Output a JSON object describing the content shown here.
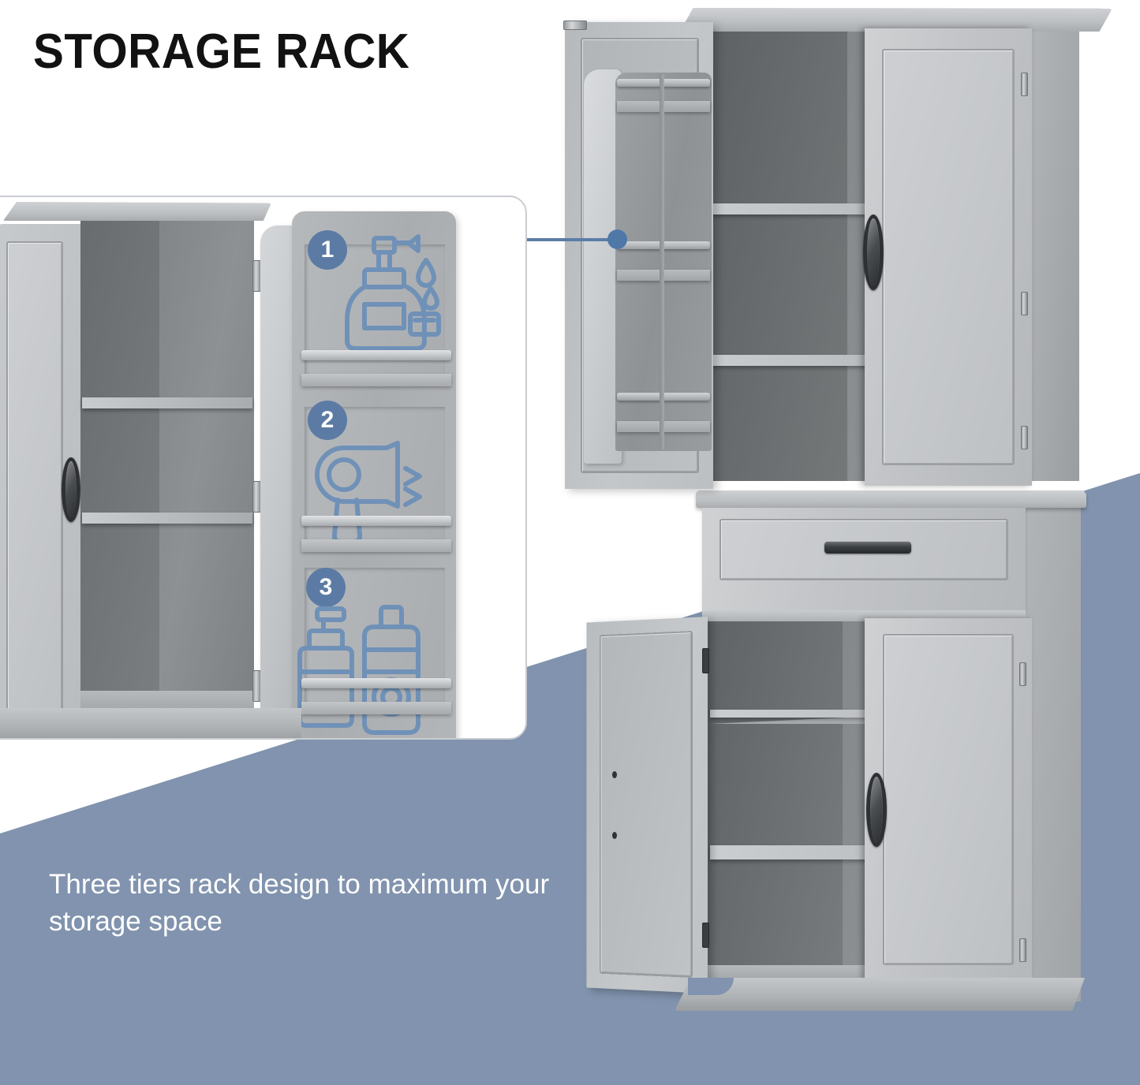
{
  "page": {
    "title": "STORAGE RACK",
    "caption": "Three tiers rack design to maximum your storage space",
    "background_white": "#ffffff",
    "background_accent": "#8193ae",
    "title_color": "#121212",
    "caption_color": "#ffffff",
    "connector_color": "#4f78a8"
  },
  "inset": {
    "name": "close-up-of-door-mounted-three-tier-rack",
    "border_color": "#c9ccd1",
    "tiers": [
      {
        "number": "1",
        "icon": "soap-dispenser-icon",
        "badge_color": "#5c7ba4"
      },
      {
        "number": "2",
        "icon": "hair-dryer-icon",
        "badge_color": "#5c7ba4"
      },
      {
        "number": "3",
        "icon": "lotion-bottles-icon",
        "badge_color": "#5c7ba4"
      }
    ]
  },
  "product": {
    "name": "tall-grey-storage-cabinet",
    "body_color": "#c2c4c7",
    "interior_color": "#808487",
    "hardware_color": "#2e3033",
    "upper_unit": {
      "name": "upper-cabinet",
      "left_door_state": "open",
      "right_door_state": "closed",
      "interior_shelf_count": "2",
      "door_rack_tier_count": "3"
    },
    "lower_unit": {
      "name": "lower-cabinet",
      "drawer_count": "1",
      "left_door_state": "open",
      "right_door_state": "closed",
      "interior_shelf_count": "2"
    }
  }
}
